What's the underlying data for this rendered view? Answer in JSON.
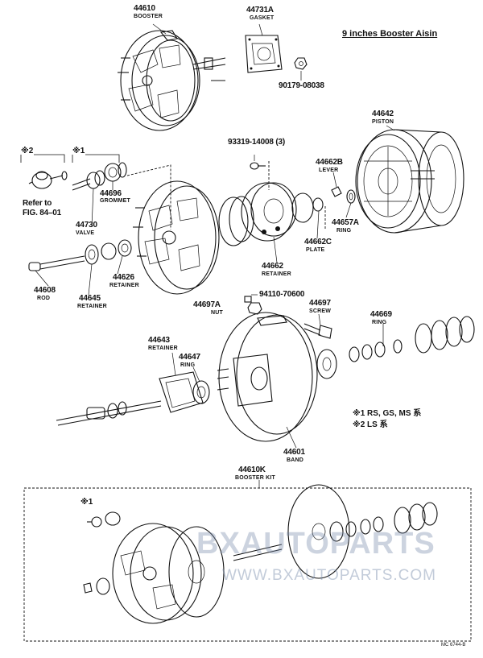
{
  "header": {
    "title": "9 inches Booster Aisin"
  },
  "parts": {
    "p44610": {
      "number": "44610",
      "name": "BOOSTER"
    },
    "p44731a": {
      "number": "44731A",
      "name": "GASKET"
    },
    "p90179": {
      "number": "90179-08038"
    },
    "p44642": {
      "number": "44642",
      "name": "PISTON"
    },
    "p93319": {
      "number": "93319-14008 (3)"
    },
    "p44662b": {
      "number": "44662B",
      "name": "LEVER"
    },
    "p44696": {
      "number": "44696",
      "name": "GROMMET"
    },
    "p44730": {
      "number": "44730",
      "name": "VALVE"
    },
    "p44657a": {
      "number": "44657A",
      "name": "RING"
    },
    "p44662c": {
      "number": "44662C",
      "name": "PLATE"
    },
    "p44662": {
      "number": "44662",
      "name": "RETAINER"
    },
    "p44608": {
      "number": "44608",
      "name": "ROD"
    },
    "p44645": {
      "number": "44645",
      "name": "RETAINER"
    },
    "p44626": {
      "number": "44626",
      "name": "RETAINER"
    },
    "p94110": {
      "number": "94110-70600"
    },
    "p44697a": {
      "number": "44697A",
      "name": "NUT"
    },
    "p44697": {
      "number": "44697",
      "name": "SCREW"
    },
    "p44669": {
      "number": "44669",
      "name": "RING"
    },
    "p44643": {
      "number": "44643",
      "name": "RETAINER"
    },
    "p44647": {
      "number": "44647",
      "name": "RING"
    },
    "p44601": {
      "number": "44601",
      "name": "BAND"
    },
    "p44610k": {
      "number": "44610K",
      "name": "BOOSTER KIT"
    }
  },
  "marks": {
    "m2": "※2",
    "m1": "※1",
    "m1_kit": "※1"
  },
  "refer": {
    "line1": "Refer to",
    "line2": "FIG. 84–01"
  },
  "notes": {
    "n1": "※1 RS, GS, MS 系",
    "n2": "※2 LS 系"
  },
  "watermark": {
    "logo": "BXAUTOPARTS",
    "url": "WWW.BXAUTOPARTS.COM"
  },
  "footer_code": "MC 6744-B"
}
